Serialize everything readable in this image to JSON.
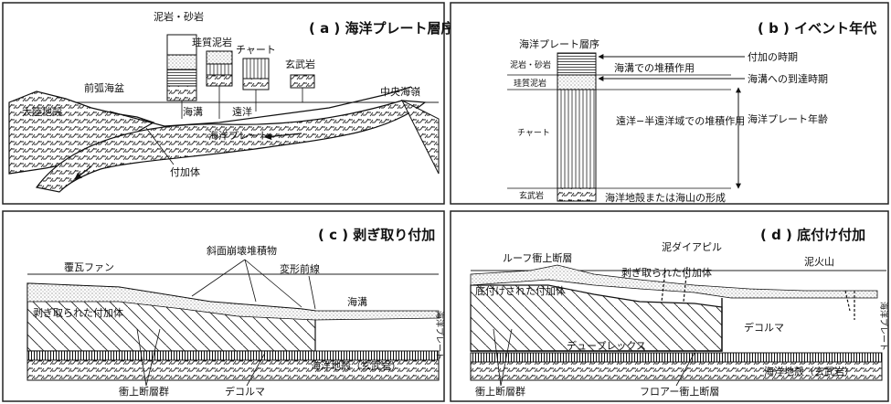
{
  "panels": {
    "a": {
      "title": "( a ) 海洋プレート層序",
      "labels": {
        "mudstone_sandstone": "泥岩・砂岩",
        "siliceous_mudstone": "珪質泥岩",
        "chert": "チャート",
        "basalt": "玄武岩",
        "forearc_basin": "前弧海盆",
        "continental_crust": "大陸地殻",
        "trench": "海溝",
        "pelagic": "遠洋",
        "mid_ocean_ridge": "中央海嶺",
        "oceanic_plate": "海洋プレート",
        "accretionary_prism": "付加体"
      }
    },
    "b": {
      "title": "( b ) イベント年代",
      "labels": {
        "column_title": "海洋プレート層序",
        "mudstone_sandstone": "泥岩・砂岩",
        "siliceous_mudstone": "珪質泥岩",
        "chert": "チャート",
        "basalt": "玄武岩",
        "trench_deposition": "海溝での堆積作用",
        "pelagic_deposition": "遠洋−半遠洋域での堆積作用",
        "crust_formation": "海洋地殻または海山の形成",
        "accretion_time": "付加の時期",
        "trench_arrival": "海溝への到達時期",
        "plate_age": "海洋プレート年齢"
      }
    },
    "c": {
      "title": "( c ) 剥ぎ取り付加",
      "labels": {
        "cover_fan": "覆瓦ファン",
        "slope_deposits": "斜面崩壊堆積物",
        "deformation_front": "変形前線",
        "trench": "海溝",
        "offscraped": "剥ぎ取られた付加体",
        "oceanic_plate": "海洋プレート",
        "oceanic_crust": "海洋地殻（玄武岩）",
        "thrusts": "衝上断層群",
        "decollement": "デコルマ"
      }
    },
    "d": {
      "title": "( d ) 底付け付加",
      "labels": {
        "roof_thrust": "ルーフ衝上断層",
        "mud_diapir": "泥ダイアピル",
        "mud_volcano": "泥火山",
        "offscraped": "剥ぎ取られた付加体",
        "underplated": "底付けされた付加体",
        "decollement": "デコルマ",
        "duplex": "デュープレックス",
        "oceanic_plate": "海洋プレート",
        "oceanic_crust": "海洋地殻（玄武岩）",
        "thrusts": "衝上断層群",
        "floor_thrust": "フロアー衝上断層"
      }
    }
  }
}
